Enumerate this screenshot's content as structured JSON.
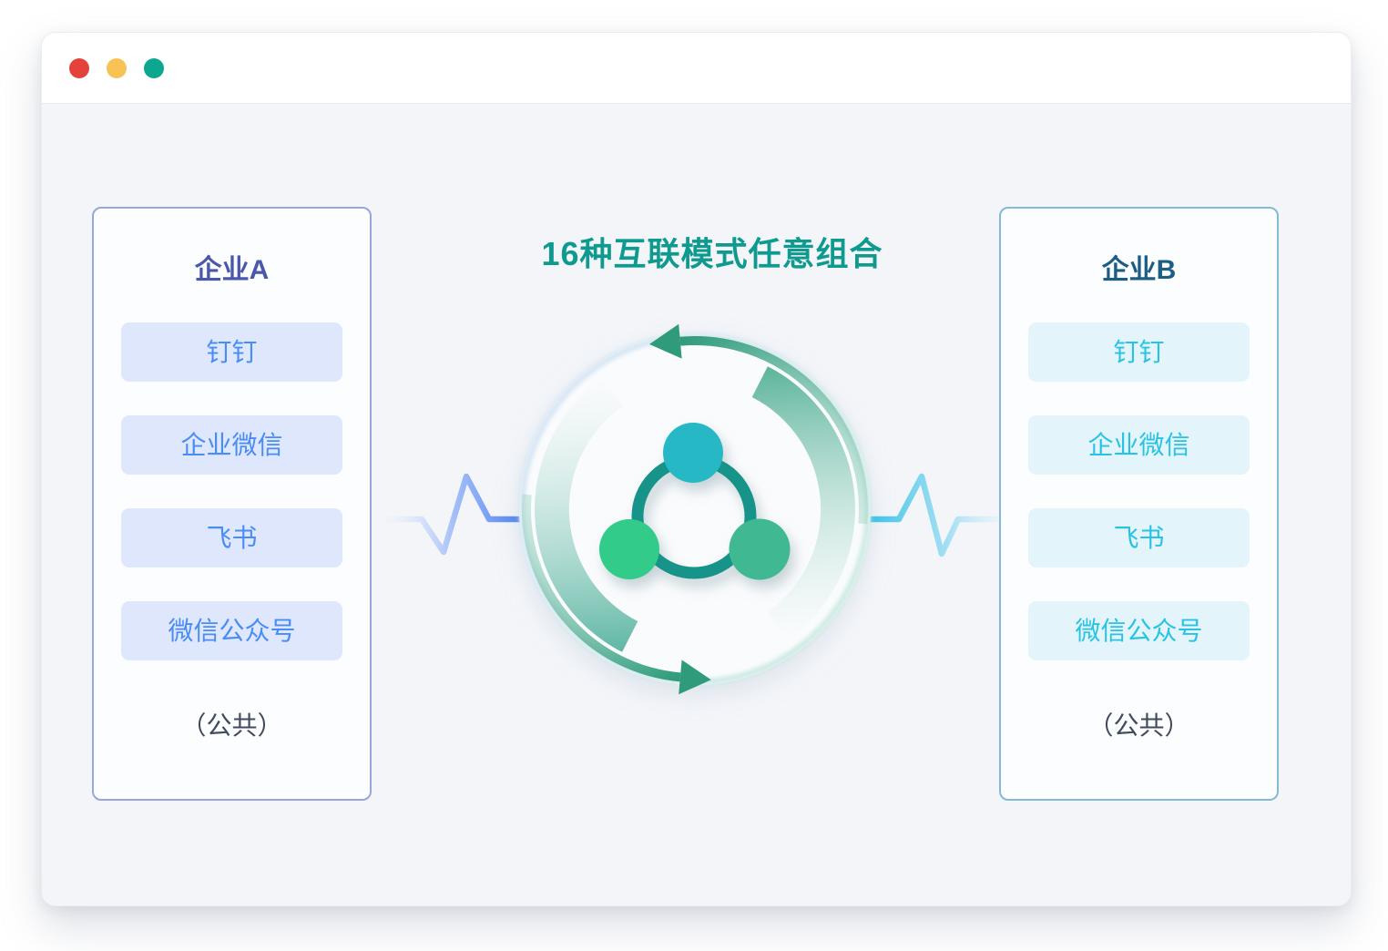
{
  "window": {
    "traffic_lights": [
      {
        "name": "close-dot",
        "color": "#e4433c"
      },
      {
        "name": "minimize-dot",
        "color": "#f8c254"
      },
      {
        "name": "expand-dot",
        "color": "#0ca78f"
      }
    ]
  },
  "diagram": {
    "title": "16种互联模式任意组合",
    "title_color": "#0e9a8e",
    "panel_a": {
      "title": "企业A",
      "items": [
        "钉钉",
        "企业微信",
        "飞书",
        "微信公众号"
      ],
      "footer": "（公共）",
      "accent_color": "#4a58ac",
      "item_text_color": "#4a8cf5",
      "item_bg_color": "#dee7fc",
      "border_color": "#9aa6d8"
    },
    "panel_b": {
      "title": "企业B",
      "items": [
        "钉钉",
        "企业微信",
        "飞书",
        "微信公众号"
      ],
      "footer": "（公共）",
      "accent_color": "#1c5d85",
      "item_text_color": "#28c3e4",
      "item_bg_color": "#e3f4fb",
      "border_color": "#85bad4"
    },
    "center_icon": "share-network-icon",
    "center_arrows": "cycle-arrows-icon",
    "connector_left": "pulse-line-icon",
    "connector_right": "pulse-line-icon",
    "colors": {
      "pulse_left": "#4a80ef",
      "pulse_right": "#2fc2e7",
      "arrow_arc": "#2f9b7b",
      "gradient_arc": "#54b096",
      "share_ring": "#15948a",
      "share_node_top": "#26b9c5",
      "share_node_left": "#30cb8a",
      "share_node_right": "#40b992",
      "footer_text": "#414b5c"
    }
  }
}
